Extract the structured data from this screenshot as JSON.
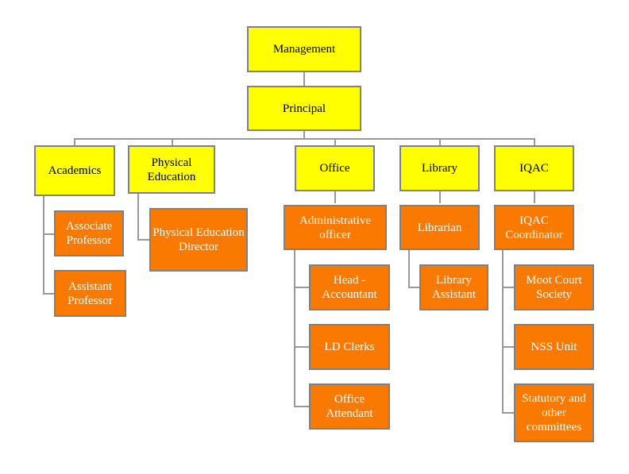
{
  "chart_data": {
    "type": "org-chart",
    "title": "",
    "nodes": [
      {
        "id": "management",
        "label": "Management",
        "parent": null
      },
      {
        "id": "principal",
        "label": "Principal",
        "parent": "management"
      },
      {
        "id": "academics",
        "label": "Academics",
        "parent": "principal"
      },
      {
        "id": "physical_education",
        "label": "Physical Education",
        "parent": "principal"
      },
      {
        "id": "office",
        "label": "Office",
        "parent": "principal"
      },
      {
        "id": "library",
        "label": "Library",
        "parent": "principal"
      },
      {
        "id": "iqac",
        "label": "IQAC",
        "parent": "principal"
      },
      {
        "id": "associate_professor",
        "label": "Associate Professor",
        "parent": "academics"
      },
      {
        "id": "assistant_professor",
        "label": "Assistant Professor",
        "parent": "academics"
      },
      {
        "id": "pe_director",
        "label": "Physical Education Director",
        "parent": "physical_education"
      },
      {
        "id": "admin_officer",
        "label": "Administrative officer",
        "parent": "office"
      },
      {
        "id": "head_accountant",
        "label": "Head - Accountant",
        "parent": "admin_officer"
      },
      {
        "id": "ld_clerks",
        "label": "LD Clerks",
        "parent": "admin_officer"
      },
      {
        "id": "office_attendant",
        "label": "Office Attendant",
        "parent": "admin_officer"
      },
      {
        "id": "librarian",
        "label": "Librarian",
        "parent": "library"
      },
      {
        "id": "library_assistant",
        "label": "Library Assistant",
        "parent": "librarian"
      },
      {
        "id": "iqac_coordinator",
        "label": "IQAC Coordinator",
        "parent": "iqac"
      },
      {
        "id": "moot_court",
        "label": "Moot Court Society",
        "parent": "iqac_coordinator"
      },
      {
        "id": "nss_unit",
        "label": "NSS Unit",
        "parent": "iqac_coordinator"
      },
      {
        "id": "statutory",
        "label": "Statutory and other committees",
        "parent": "iqac_coordinator"
      }
    ]
  },
  "colors": {
    "level_top": "#ffff00",
    "level_staff": "#fa7900",
    "border": "#808080",
    "connector": "#999999"
  },
  "nodes": {
    "management": "Management",
    "principal": "Principal",
    "academics": "Academics",
    "physical_education": "Physical Education",
    "office": "Office",
    "library": "Library",
    "iqac": "IQAC",
    "associate_professor": "Associate Professor",
    "assistant_professor": "Assistant Professor",
    "pe_director": "Physical Education Director",
    "admin_officer": "Administrative officer",
    "head_accountant": "Head - Accountant",
    "ld_clerks": "LD Clerks",
    "office_attendant": "Office Attendant",
    "librarian": "Librarian",
    "library_assistant": "Library Assistant",
    "iqac_coordinator": "IQAC Coordinator",
    "moot_court": "Moot Court Society",
    "nss_unit": "NSS Unit",
    "statutory": "Statutory and other committees"
  }
}
